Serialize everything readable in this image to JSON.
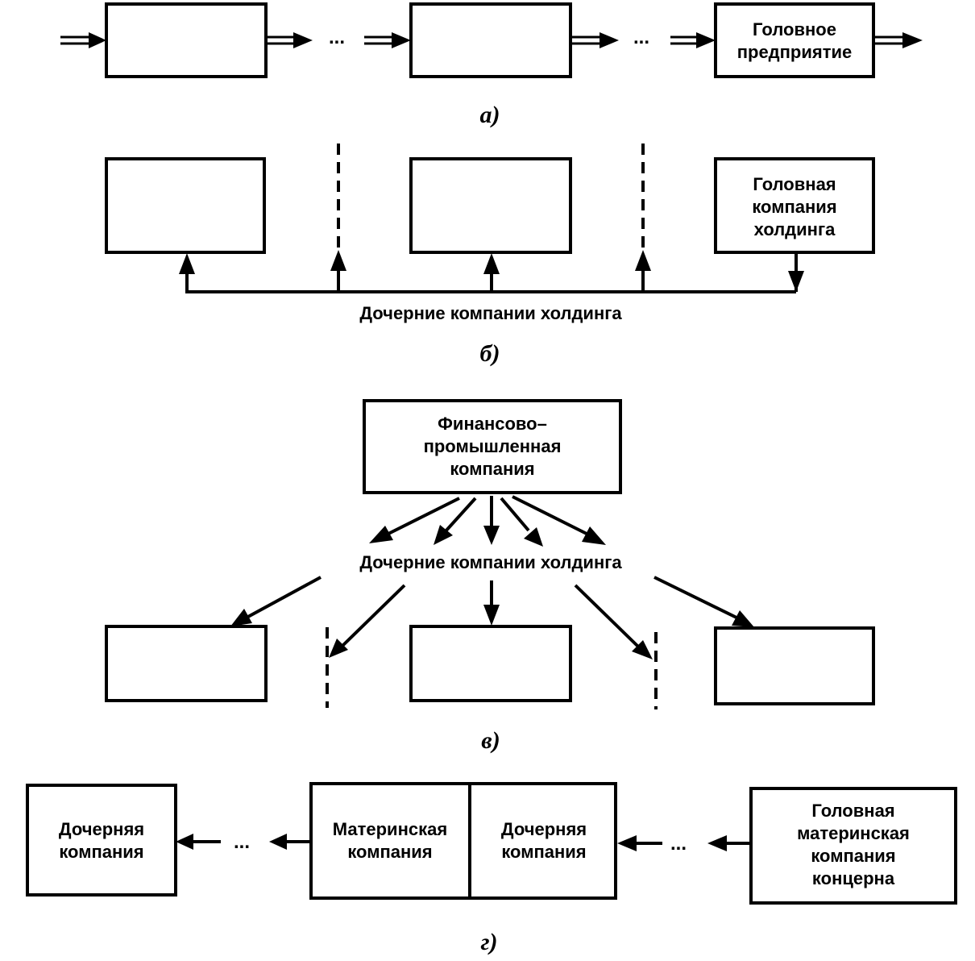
{
  "panel_a": {
    "caption": "а)",
    "head_box": [
      "Головное",
      "предприятие"
    ],
    "ellipsis": "..."
  },
  "panel_b": {
    "caption": "б)",
    "head_box": [
      "Головная",
      "компания",
      "холдинга"
    ],
    "subsidiaries_label": "Дочерние компании холдинга"
  },
  "panel_c": {
    "caption": "в)",
    "top_box": [
      "Финансово–",
      "промышленная",
      "компания"
    ],
    "subsidiaries_label": "Дочерние компании холдинга"
  },
  "panel_d": {
    "caption": "г)",
    "child_box": [
      "Дочерняя",
      "компания"
    ],
    "mother_box": [
      "Материнская",
      "компания"
    ],
    "mother_child_box": [
      "Дочерняя",
      "компания"
    ],
    "head_box": [
      "Головная",
      "материнская",
      "компания",
      "концерна"
    ],
    "ellipsis": "..."
  }
}
